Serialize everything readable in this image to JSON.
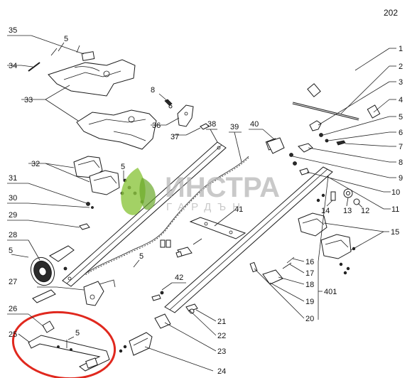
{
  "page_number": "202",
  "watermark": {
    "line1": "ИНСТРА",
    "line2": "ГАРДЪН",
    "leaf_color": "#8cc63f"
  },
  "highlight_color": "#e0281e",
  "callouts": {
    "c1": "1",
    "c2": "2",
    "c3": "3",
    "c4": "4",
    "c5": "5",
    "c6": "6",
    "c7": "7",
    "c8": "8",
    "c9": "9",
    "c10": "10",
    "c11": "11",
    "c12": "12",
    "c13": "13",
    "c14": "14",
    "c15": "15",
    "c16": "16",
    "c17": "17",
    "c18": "18",
    "c19": "19",
    "c20": "20",
    "c21": "21",
    "c22": "22",
    "c23": "23",
    "c24": "24",
    "c25": "25",
    "c26": "26",
    "c27": "27",
    "c28": "28",
    "c29": "29",
    "c30": "30",
    "c31": "31",
    "c32": "32",
    "c33": "33",
    "c34": "34",
    "c35": "35",
    "c36": "36",
    "c37": "37",
    "c38": "38",
    "c39": "39",
    "c40": "40",
    "c41": "41",
    "c42": "42",
    "c401": "401",
    "c8b": "8",
    "c5a": "5",
    "c5b": "5",
    "c5c": "5",
    "c5d": "5",
    "c5e": "5"
  }
}
